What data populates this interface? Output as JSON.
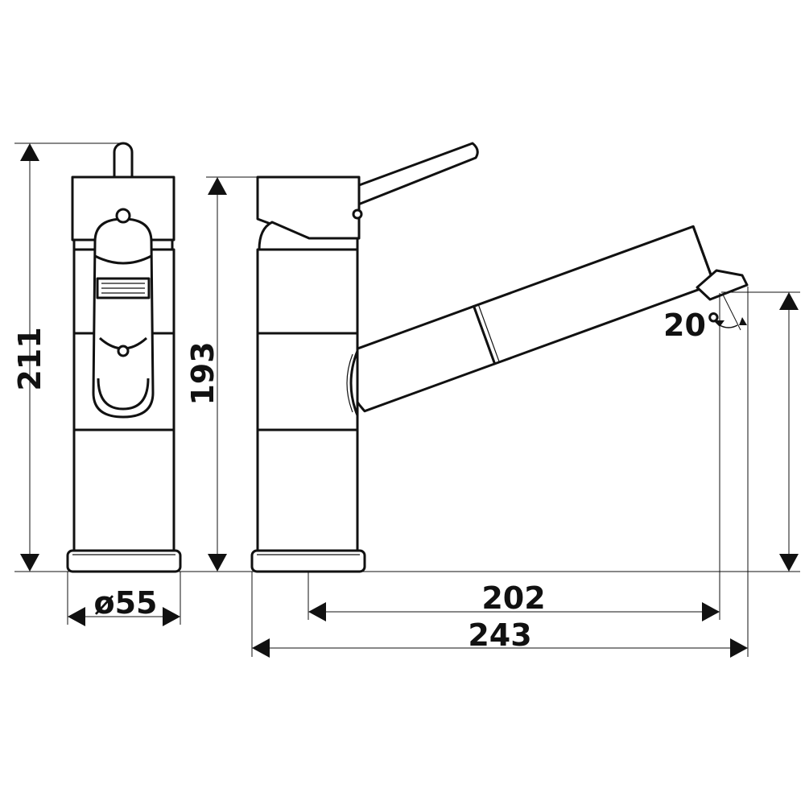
{
  "drawing": {
    "dimensions": {
      "total_height": "211",
      "body_height": "193",
      "base_diameter": "ø55",
      "spout_reach": "202",
      "total_length": "243",
      "spout_angle": "20°",
      "outlet_height": "",
      "angle_unit": "°"
    }
  }
}
